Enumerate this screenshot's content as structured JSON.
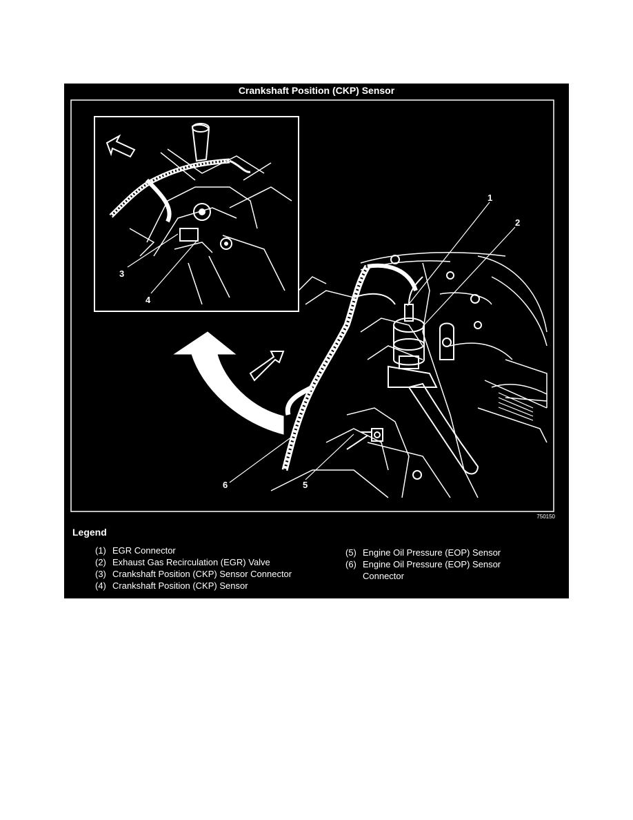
{
  "figure": {
    "title": "Crankshaft Position (CKP) Sensor",
    "code": "750150",
    "callouts": [
      "1",
      "2",
      "3",
      "4",
      "5",
      "6"
    ]
  },
  "legend": {
    "title": "Legend",
    "items": [
      {
        "num": "(1)",
        "text": "EGR Connector"
      },
      {
        "num": "(2)",
        "text": "Exhaust Gas Recirculation (EGR) Valve"
      },
      {
        "num": "(3)",
        "text": "Crankshaft Position (CKP) Sensor Connector"
      },
      {
        "num": "(4)",
        "text": "Crankshaft Position (CKP) Sensor"
      },
      {
        "num": "(5)",
        "text": "Engine Oil Pressure (EOP) Sensor"
      },
      {
        "num": "(6)",
        "text": "Engine Oil Pressure (EOP) Sensor Connector"
      }
    ]
  }
}
